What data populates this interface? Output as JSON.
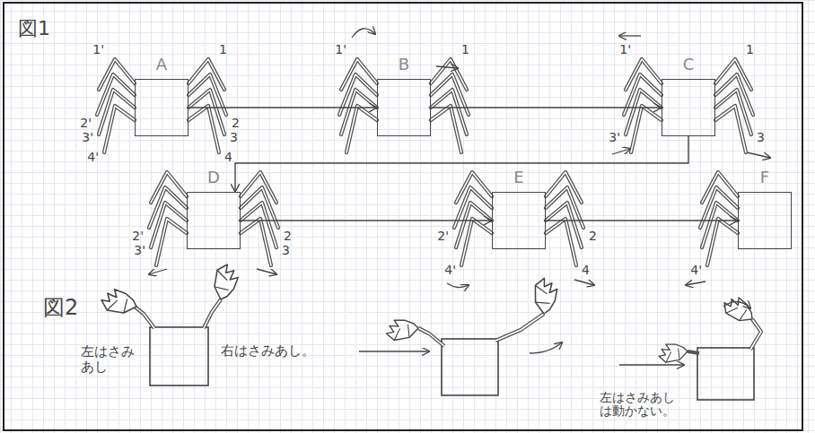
{
  "diagram": {
    "nodes": [
      {
        "text": [
          "A"
        ]
      },
      {
        "text": [
          "B"
        ]
      },
      {
        "text": [
          "C"
        ]
      },
      {
        "text": [
          "D"
        ]
      },
      {
        "text": [
          "E"
        ]
      },
      {
        "text": [
          "F"
        ]
      }
    ],
    "edges": [
      {
        "from": 0,
        "to": 1,
        "arrow": "to"
      },
      {
        "from": 1,
        "to": 2,
        "arrow": "to"
      },
      {
        "from": 2,
        "to": 3,
        "arrow": "to"
      },
      {
        "from": 3,
        "to": 4,
        "arrow": "to"
      },
      {
        "from": 4,
        "to": 5,
        "arrow": "to"
      }
    ],
    "labels": [
      "図1",
      "1'",
      "2'",
      "3'",
      "4'",
      "1",
      "2",
      "3",
      "4",
      "1'",
      "1",
      "1'",
      "3'",
      "1",
      "3",
      "2'",
      "3'",
      "2",
      "3",
      "2'",
      "4'",
      "2",
      "4",
      "4'",
      "図2",
      "左はさみ あし",
      "右はさみあし。",
      "左はさみあし は動かない。"
    ]
  }
}
